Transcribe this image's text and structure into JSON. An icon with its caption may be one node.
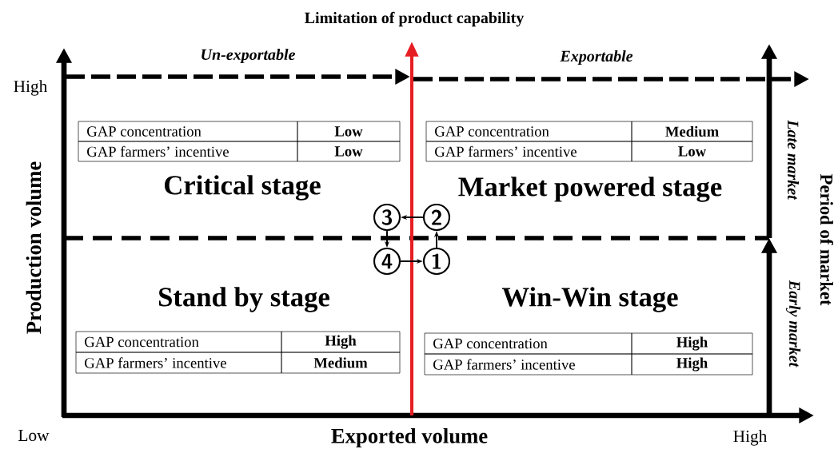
{
  "diagram": {
    "title": "Limitation of product capability",
    "nodes": [
      {
        "text": [
          "3"
        ]
      },
      {
        "text": [
          "2"
        ]
      },
      {
        "text": [
          "4"
        ]
      },
      {
        "text": [
          "1"
        ]
      }
    ],
    "edges": [
      {
        "from": 3,
        "to": 1,
        "arrow": "to"
      },
      {
        "from": 1,
        "to": 0,
        "arrow": "to"
      },
      {
        "from": 0,
        "to": 2,
        "arrow": "to"
      },
      {
        "from": 2,
        "to": 3,
        "arrow": "to"
      }
    ],
    "labels": [
      "Un-exportable",
      "Exportable",
      "High",
      "GAP concentration",
      "Low",
      "GAP farmers’ incentive",
      "Low",
      "GAP concentration",
      "Medium",
      "GAP farmers’ incentive",
      "Low",
      "Critical stage",
      "Market powered stage",
      "Late market",
      "Period of market",
      "Production volume",
      "Stand by stage",
      "Win-Win stage",
      "Early market",
      "GAP concentration",
      "High",
      "GAP farmers’ incentive",
      "Medium",
      "GAP concentration",
      "High",
      "GAP farmers’ incentive",
      "High",
      "Low",
      "Exported volume",
      "High"
    ]
  }
}
